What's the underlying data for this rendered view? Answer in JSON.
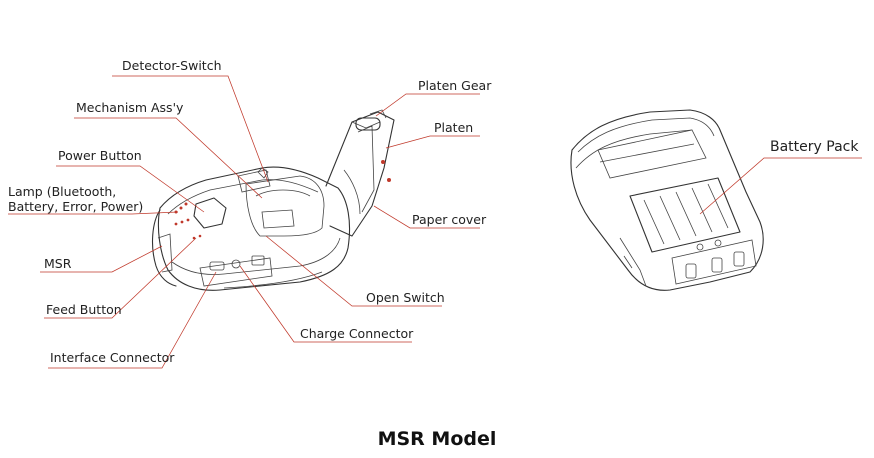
{
  "colors": {
    "leader": "#c0392b",
    "ink": "#333333"
  },
  "labels": {
    "detector_switch": "Detector-Switch",
    "mechanism_assy": "Mechanism Ass'y",
    "power_button": "Power Button",
    "lamp_line1": "Lamp (Bluetooth,",
    "lamp_line2": "Battery, Error, Power)",
    "msr": "MSR",
    "feed_button": "Feed Button",
    "interface_connector": "Interface Connector",
    "platen_gear": "Platen Gear",
    "platen": "Platen",
    "paper_cover": "Paper cover",
    "open_switch": "Open Switch",
    "charge_connector": "Charge Connector",
    "battery_pack": "Battery Pack"
  },
  "caption": "MSR Model"
}
